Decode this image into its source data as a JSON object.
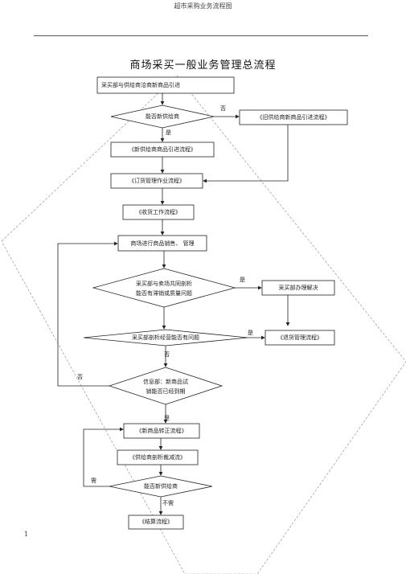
{
  "page": {
    "header": "超市采购业务流程图",
    "title": "商场采买一般业务管理总流程",
    "page_number": "1"
  },
  "nodes": {
    "n_intro": "采买部与供给商洽商新商品引进",
    "d_newsupplier": "能否新供给商",
    "n_old": "《旧供给商新商品引进流程》",
    "n_newintro": "《新供给商商品引进流程》",
    "n_order": "《订货管理作业流程》",
    "n_receive": "《收货工作流程》",
    "n_sales": "商场进行商品销售、 管理",
    "d_quality_l1": "采买部与卖场共同剖析",
    "d_quality_l2": "能否有滞销或质量问题",
    "n_resolve": "采买部办理解决",
    "d_problem": "采买部剖析经营能否有问题",
    "n_return": "《退货管理流程》",
    "d_trial_l1": "信息部：新商品试",
    "d_trial_l2": "销能否已经到期",
    "n_regular": "《新商品转正流程》",
    "n_eliminate": "《供给商剖析裁减流》",
    "d_need": "能否新供给商",
    "n_settle": "《结算流程》"
  },
  "labels": {
    "no_1": "否",
    "yes_1": "是",
    "yes_2": "是",
    "yes_3": "是",
    "no_2": "否",
    "no_3": "否",
    "yes_4": "是",
    "need": "需",
    "noneed": "不需"
  }
}
